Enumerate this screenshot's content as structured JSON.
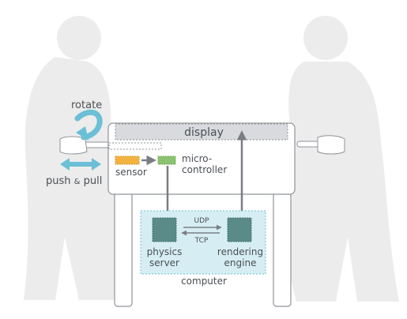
{
  "labels": {
    "rotate": "rotate",
    "push": "push",
    "amp": "&",
    "pull": "pull",
    "display": "display",
    "sensor": "sensor",
    "micro_1": "micro-",
    "micro_2": "controller",
    "udp": "UDP",
    "tcp": "TCP",
    "physics_1": "physics",
    "physics_2": "server",
    "render_1": "rendering",
    "render_2": "engine",
    "computer": "computer"
  },
  "colors": {
    "silhouette": "#ececec",
    "outline": "#8f9399",
    "text": "#4a4f54",
    "display_fill": "#d8dadd",
    "accent_blue": "#6bbfd6",
    "computer_fill": "#d6eef3",
    "module_fill": "#5a8b88",
    "sensor": "#f2b341",
    "micro": "#8dc26f",
    "arrow": "#7a7e84"
  }
}
